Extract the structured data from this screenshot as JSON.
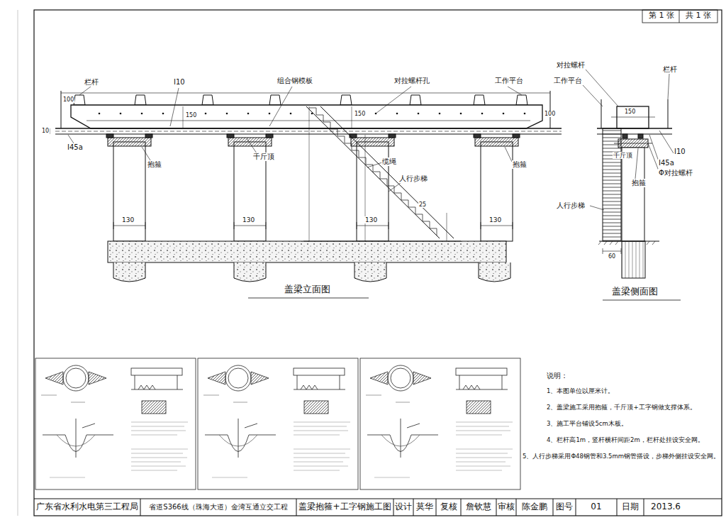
{
  "diagram": {
    "labels": [
      "第 1 张",
      "共 1 张",
      "栏杆",
      "I10",
      "组合钢模板",
      "对拉螺杆孔",
      "工作平台",
      "100",
      "150",
      "150",
      "100",
      "10",
      "I45a",
      "抱箍",
      "千斤顶",
      "缆绳",
      "人行步梯",
      "25",
      "抱箍",
      "130",
      "130",
      "130",
      "130",
      "盖梁立面图",
      "对拉螺杆",
      "栏杆",
      "工作平台",
      "150",
      "千斤顶",
      "I10",
      "I45a",
      "Φ对拉螺杆",
      "抱箍",
      "人行步梯",
      "60",
      "盖梁侧面图",
      "说明：",
      "1、本图单位以厘米计。",
      "2、盖梁施工采用抱箍，千斤顶+工字钢做支撑体系。",
      "3、施工平台铺设5cm木板。",
      "4、栏杆高1m，竖杆横杆间距2m，栏杆处挂设安全网。",
      "5、人行步梯采用Φ48钢管和3.5mm钢管搭设，步梯外侧挂设安全网。",
      "广东省水利水电第三工程局",
      "省道S366线（珠海大道）金湾互通立交工程",
      "盖梁抱箍+工字钢施工图",
      "设计",
      "莫华",
      "复核",
      "詹钦慧",
      "审核",
      "陈金鹏",
      "图号",
      "01",
      "日期",
      "2013.6"
    ]
  }
}
